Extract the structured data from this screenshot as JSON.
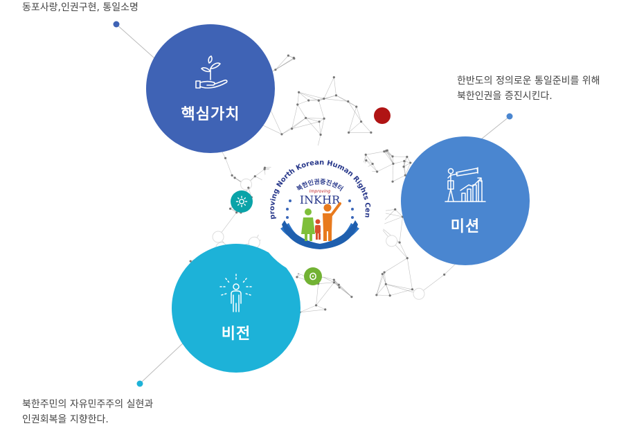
{
  "core_values": {
    "label": "핵심가치",
    "caption_lines": [
      "동포사랑,인권구현, 통일소명"
    ],
    "color": "#3f63b5",
    "icon": "hand-sprout-icon"
  },
  "mission": {
    "label": "미션",
    "caption_lines": [
      "한반도의 정의로운 통일준비를 위해",
      "북한인권을 증진시킨다."
    ],
    "color": "#4a86d0",
    "icon": "telescope-growth-chart-icon"
  },
  "vision": {
    "label": "비전",
    "caption_lines": [
      "북한주민의 자유민주주의 실현과",
      "인권회복을 지향한다."
    ],
    "color": "#1db2d8",
    "icon": "person-radiating-icon"
  },
  "logo": {
    "arc_text": "Improving North Korean Human Rights Center",
    "korean_name": "북한인권증진센터",
    "wordmark_small": "Improving",
    "wordmark": "INKHR",
    "icon": "family-in-hands-icon"
  },
  "accents": {
    "red_node": "#b01414",
    "teal_badge": "#0aa3a8",
    "green_badge": "#72b234",
    "network": "#8c8c8c"
  }
}
